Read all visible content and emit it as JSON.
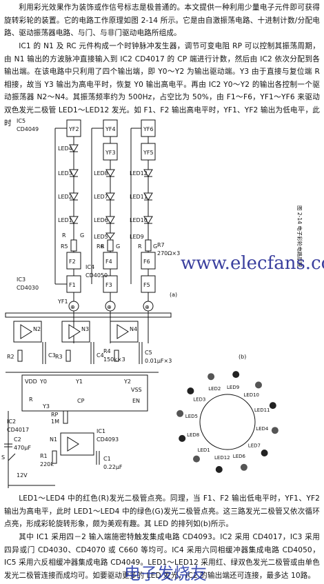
{
  "intro_text": "利用彩光效果作为装饰或作信号标志是极普通的。本文提供一种利用少量电子元件即可获得旋转彩轮的装置。它的电路工作原理如图 2-14 所示。它是由自激振荡电路、十进制计数/分配电路、驱动振荡器电路、与门、与非门驱动电路所组成。",
  "para2_text": "IC1 的 N1 及 RC 元件构成一个时钟脉冲发生器，调节可变电阻 RP 可以控制其振荡周期，由 N1 输出的方波脉冲直接输入到 IC2 CD4017 的 CP 端进行计数，然后由 IC2 依次分配到各输出端。在该电路中只利用了四个输出端，即 Y0～Y2 为输出驱动端。Y3 由于直接与复位端 R 相接，故当 Y3 输出为高电平时，恢复 Y0 输出高电平。再由 IC2 Y0～Y2 的输出各控制一个驱动振荡器 N2～N4。其振荡频率约为 500Hz，占空比为 50%，由 F1～F6，YF1～YF6 来驱动双色发光二极管 LED1～LED12 发光。如 F1、F2 输出高电平时，YF1、YF2 输出为低电平，此时",
  "para3_text": "LED1～LED4 中的红色(R)发光二极管点亮。同理，当 F1、F2 输出低电平时，YF1、YF2 输出为高电平，此时 LED1～LED4 中的绿色(G)发光二极管点亮。这三路发光二极管又依次循环点亮，形成彩轮旋转形象，颇为美观有趣。其 LED 的排列如(b)所示。",
  "para4_text": "其中 IC1 采用四－2 输入端施密特触发集成电路 CD4093。IC2 采用 CD4017，IC3 采用四异或门 CD4030、CD4070 或 C660 等均可。IC4 采用六同相缓冲器集成电路 CD4050，IC5 采用六反相缓冲器集成电路 CD4049。LED1～LED12 采用红、绿双色发光二极管或由单色发光二极管连接而成均可。如要驱动更多的 LED 发光，IC2 的输出端还可连接，最多达 10路。",
  "figure": {
    "caption": "图 2-14  电子彩轮电路原理",
    "label_a": "(a)",
    "label_b": "(b)",
    "watermark_url": "www.elecfans.com",
    "watermark_cn": "电子发烧友",
    "ic5_label": "IC5",
    "ic5_part": "CD4049",
    "ic3_label": "IC3",
    "ic3_part": "CD4030",
    "ic4_label": "IC4",
    "ic4_part": "CD4050",
    "ic2_label": "IC2",
    "ic2_part": "CD4017",
    "ic1_label": "IC1",
    "ic1_part": "CD4093",
    "col1": {
      "yf_top": "YF2",
      "leds": [
        "LED4",
        "LED3",
        "LED2",
        "LED1"
      ],
      "r_label": "R",
      "g_label": "G",
      "res": "R5",
      "f_top": "F2",
      "f_bot": "F1",
      "yf_bot": "YF1"
    },
    "col2": {
      "yf_top": "YF4",
      "yf_mid": "YF3",
      "leds": [
        "LED8",
        "LED7",
        "LED6",
        "LED5"
      ],
      "r_label": "R",
      "g_label": "G",
      "res": "R6",
      "f_top": "F4",
      "f_bot": "F3"
    },
    "col3": {
      "yf_top": "YF6",
      "yf_mid": "YF5",
      "leds": [
        "LED12",
        "LED11",
        "LED10",
        "LED9"
      ],
      "r_label": "R",
      "g_label": "G",
      "res": "R7",
      "res_val": "270Ω×3",
      "f_top": "F6",
      "f_bot": "F5"
    },
    "xor": [
      "⊕",
      "⊕",
      "⊕"
    ],
    "osc": {
      "n_labels": [
        "N2",
        "N3",
        "N4"
      ],
      "r_labels": [
        "R2",
        "R3",
        "R4"
      ],
      "r4_val": "150k×3",
      "c_labels": [
        "C3",
        "C4",
        "C5"
      ],
      "c5_val": "0.01μF×3"
    },
    "ic2_pins": {
      "vdd": "VDD",
      "y0": "Y0",
      "y1": "Y1",
      "y2": "Y2",
      "vss": "VSS",
      "r": "R",
      "y3": "Y3",
      "cp": "CP",
      "en": "EN"
    },
    "rp_label": "RP",
    "rp_val": "1M",
    "n1_label": "N1",
    "r1_label": "R1",
    "r1_val": "220k",
    "c1_label": "C1",
    "c1_val": "0.22μF",
    "c2_label": "C2",
    "c2_val": "470μF",
    "switch_label": "S",
    "supply_label": "12V",
    "wheel_leds": [
      "LED9",
      "LED10",
      "LED11",
      "LED4",
      "LED7",
      "LED6",
      "LED12",
      "LED1",
      "LED8",
      "LED5",
      "LED3",
      "LED2"
    ]
  }
}
